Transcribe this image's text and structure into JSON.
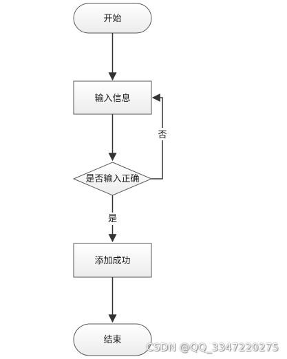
{
  "diagram": {
    "colors": {
      "stroke": "#555555",
      "node_fill_light": "#ffffff",
      "node_fill_dark": "#eeeeee",
      "arrow": "#333333"
    },
    "nodes": {
      "start": "开始",
      "input": "输入信息",
      "decision": "是否输入正确",
      "add": "添加成功",
      "end": "结束"
    },
    "edges": {
      "no_label": "否",
      "yes_label": "是"
    }
  },
  "watermark": {
    "text": "CSDN @QQ_3347220275"
  }
}
